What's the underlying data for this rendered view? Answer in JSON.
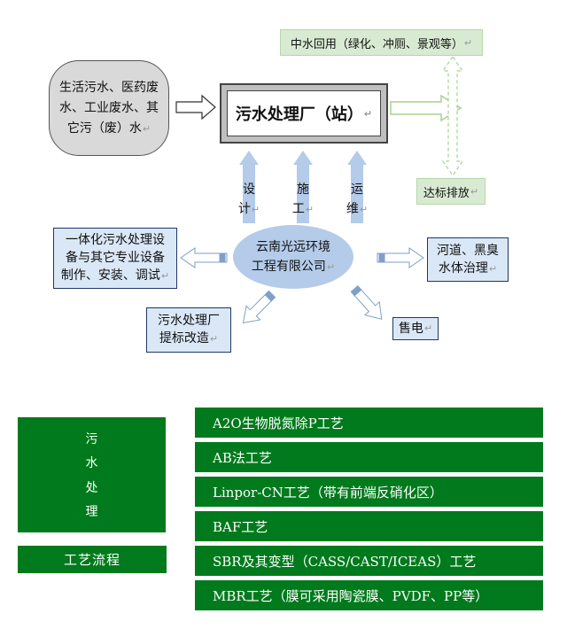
{
  "source": {
    "lines": [
      "生活污水、医药废",
      "水、工业废水、其",
      "它污（废）水"
    ]
  },
  "plant": {
    "label": "污水处理厂（站）"
  },
  "outputs": {
    "reuse": "中水回用（绿化、冲厕、景观等）",
    "discharge": "达标排放"
  },
  "stages": [
    {
      "chars": [
        "设",
        "计"
      ]
    },
    {
      "chars": [
        "施",
        "工"
      ]
    },
    {
      "chars": [
        "运",
        "维"
      ]
    }
  ],
  "company": {
    "lines": [
      "云南光远环境",
      "工程有限公司"
    ]
  },
  "services": {
    "equipment": [
      "一体化污水处理设",
      "备与其它专业设备",
      "制作、安装、调试"
    ],
    "river": [
      "河道、黑臭",
      "水体治理"
    ],
    "upgrade": [
      "污水处理厂",
      "提标改造"
    ],
    "power": "售电"
  },
  "sewage_treatment_chars": [
    "污",
    "水",
    "处",
    "理"
  ],
  "process_flow_label": "工艺流程",
  "processes": [
    "A2O生物脱氮除P工艺",
    "AB法工艺",
    "Linpor-CN工艺（带有前端反硝化区）",
    "BAF工艺",
    "SBR及其变型（CASS/CAST/ICEAS）工艺",
    "MBR工艺（膜可采用陶瓷膜、PVDF、PP等）"
  ],
  "paragraph_mark": "↵",
  "colors": {
    "dark_green": "#007a1c",
    "light_green": "#d9ead3",
    "blue": "#b4cbe9",
    "light_blue": "#dae7f6"
  }
}
